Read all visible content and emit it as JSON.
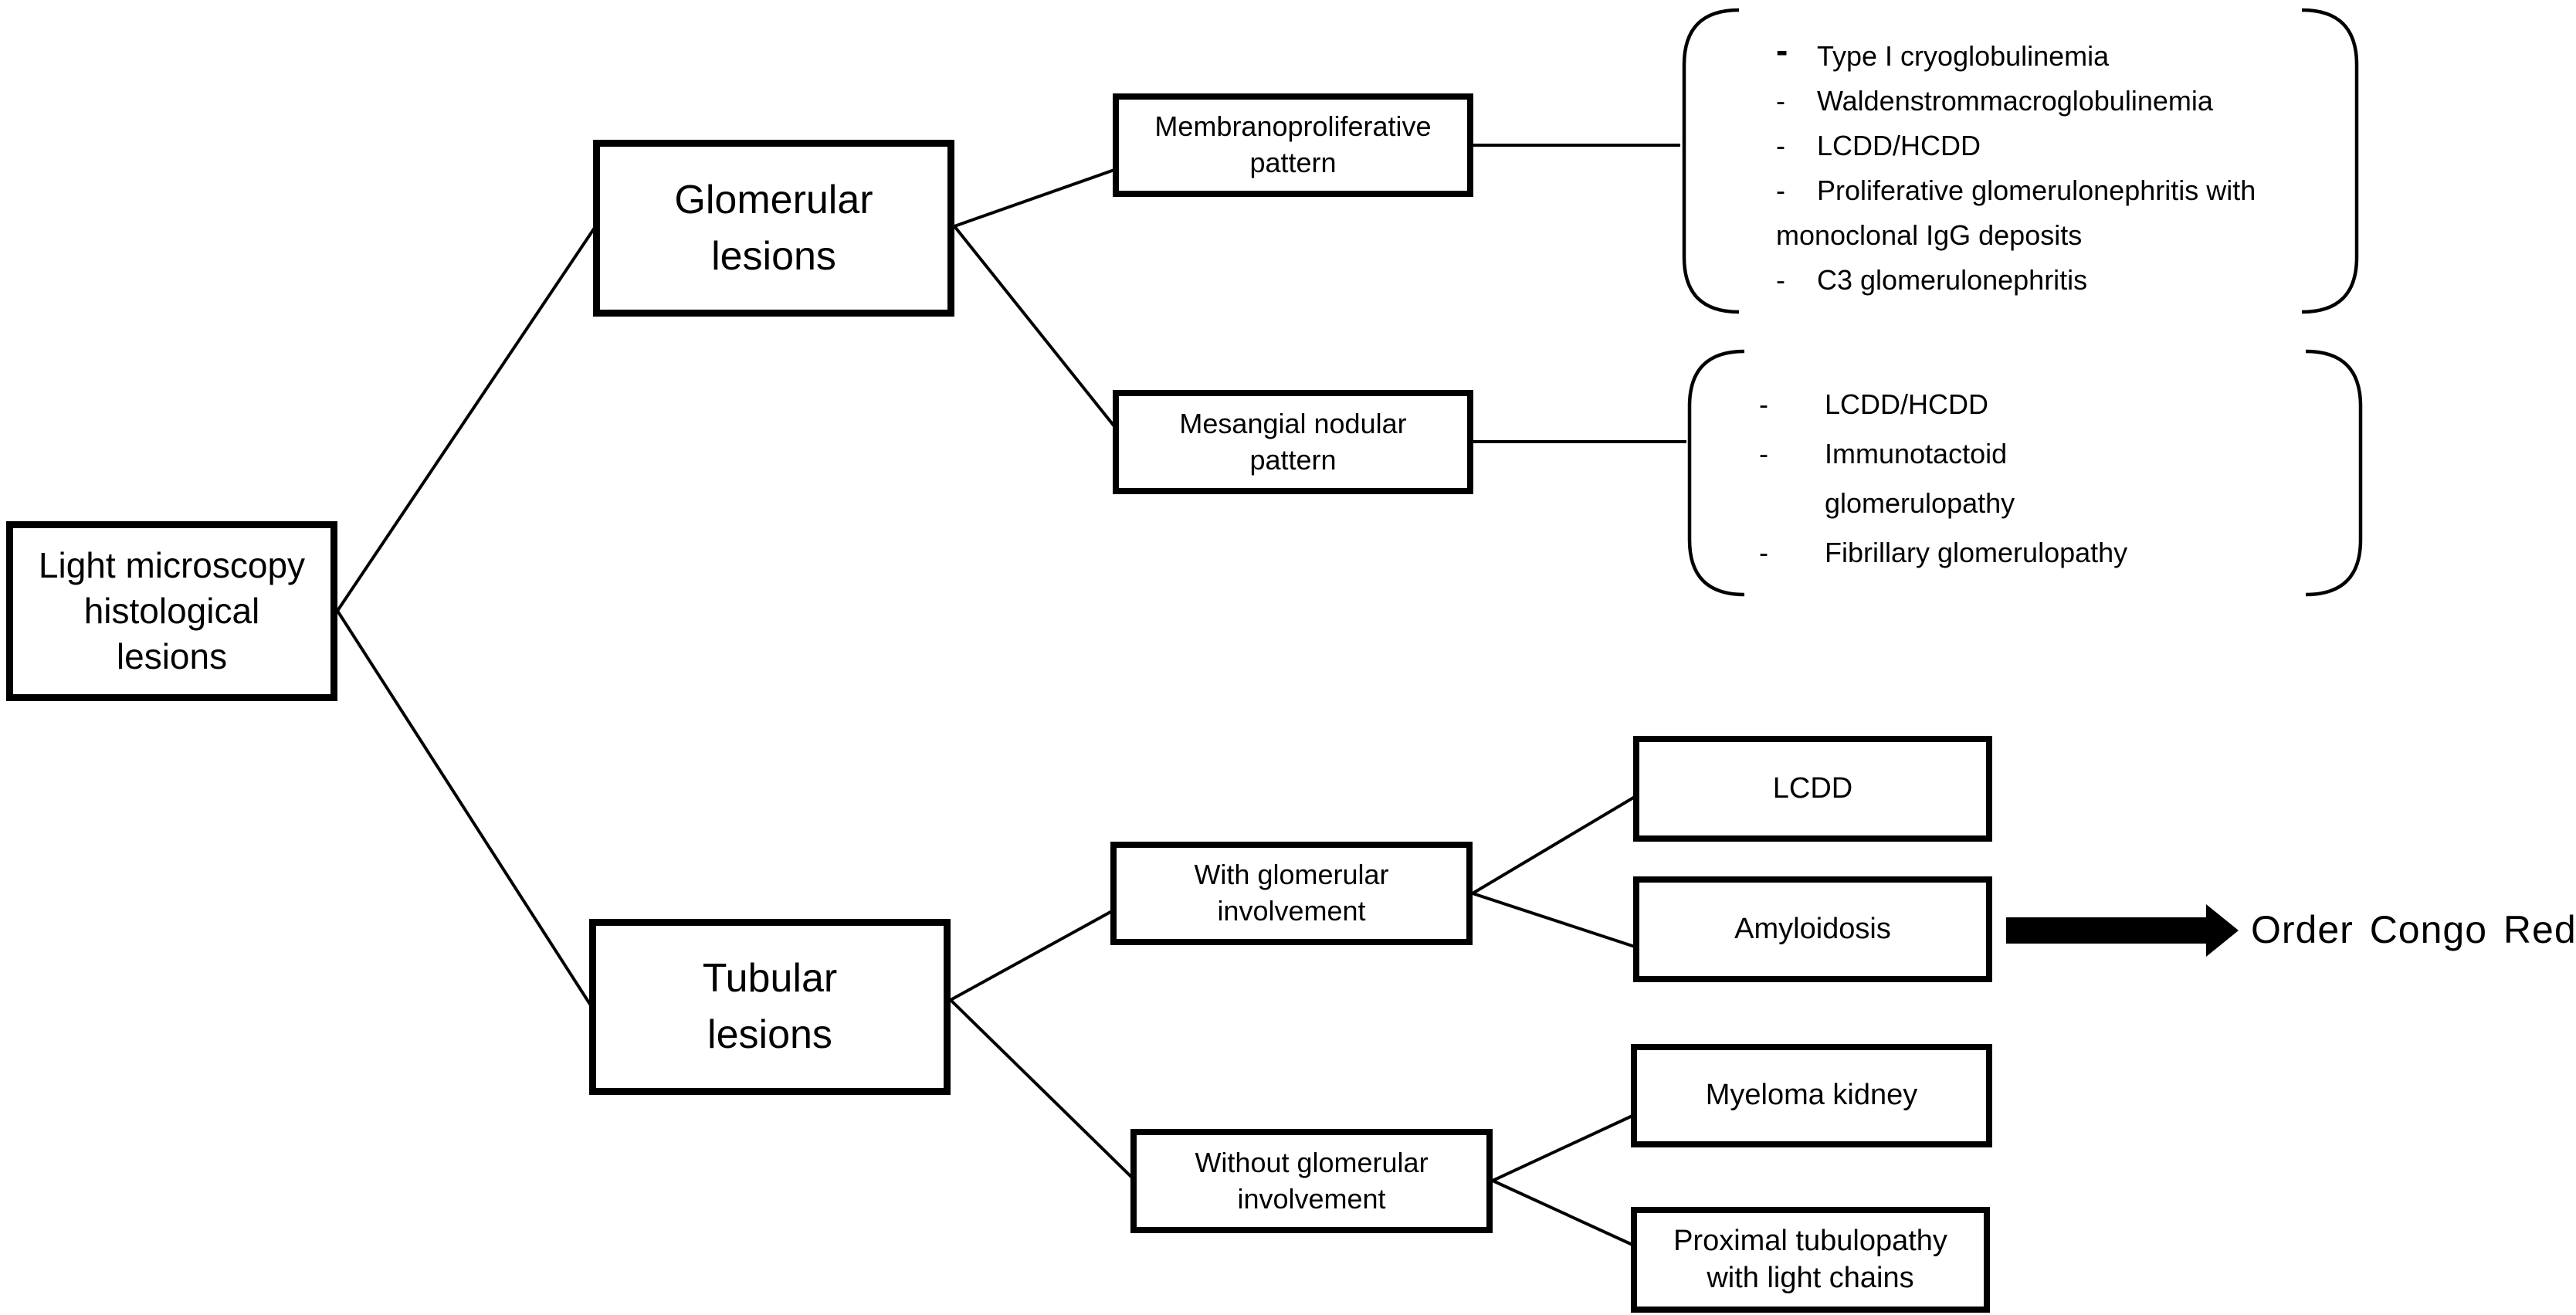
{
  "nodes": {
    "root": {
      "label": "Light microscopy\nhistological\nlesions"
    },
    "glomerular": {
      "label": "Glomerular\nlesions"
    },
    "tubular": {
      "label": "Tubular\nlesions"
    },
    "membranoproliferative": {
      "label": "Membranoproliferative\npattern"
    },
    "mesangial": {
      "label": "Mesangial nodular\npattern"
    },
    "with_glomerular": {
      "label": "With glomerular\ninvolvement"
    },
    "without_glomerular": {
      "label": "Without glomerular\ninvolvement"
    },
    "lcdd": {
      "label": "LCDD"
    },
    "amyloidosis": {
      "label": "Amyloidosis"
    },
    "myeloma": {
      "label": "Myeloma kidney"
    },
    "proximal": {
      "label": "Proximal tubulopathy\nwith light chains"
    }
  },
  "membranoproliferative_list": {
    "items": [
      {
        "bullet": "-",
        "text": "Type I cryoglobulinemia"
      },
      {
        "bullet": "-",
        "text": "Waldenstrommacroglobulinemia"
      },
      {
        "bullet": "-",
        "text": "LCDD/HCDD"
      },
      {
        "bullet": "-",
        "text": "Proliferative glomerulonephritis with\nmonoclonal IgG deposits"
      },
      {
        "bullet": "-",
        "text": "C3 glomerulonephritis"
      }
    ]
  },
  "mesangial_list": {
    "items": [
      {
        "bullet": "-",
        "text": "LCDD/HCDD"
      },
      {
        "bullet": "-",
        "text": "Immunotactoid\nglomerulopathy"
      },
      {
        "bullet": "-",
        "text": "Fibrillary glomerulopathy"
      }
    ]
  },
  "annotation": {
    "order_congo_red": "Order Congo Red"
  },
  "colors": {
    "background": "#ffffff",
    "line": "#000000",
    "arrow_fill": "#000000"
  }
}
